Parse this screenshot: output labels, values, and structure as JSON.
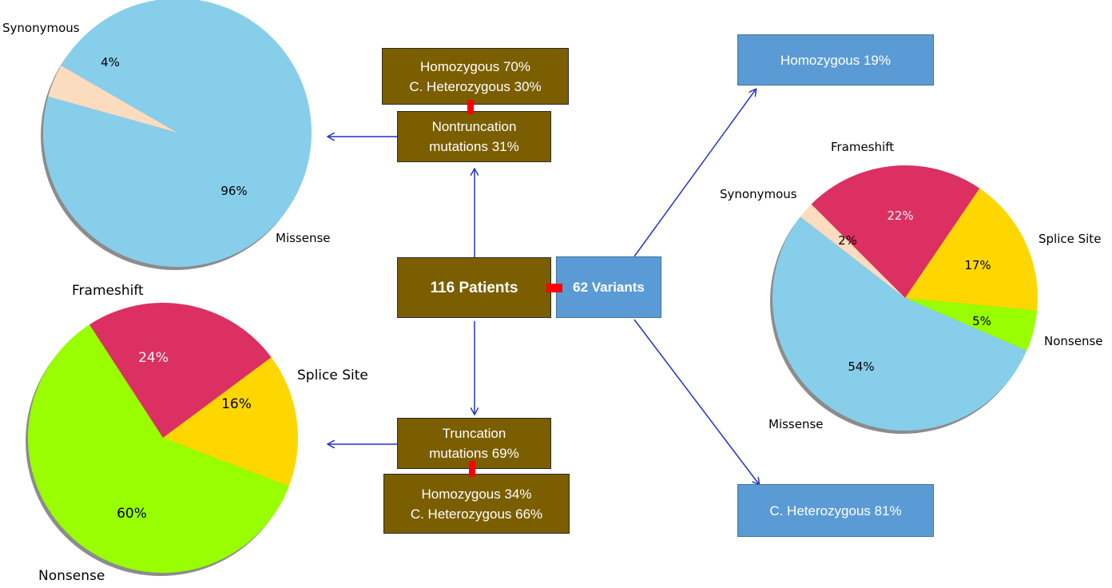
{
  "center": {
    "patients_label": "116 Patients",
    "variants_label": "62 Variants"
  },
  "nontruncation": {
    "line1": "Nontruncation",
    "line2": "mutations 31%",
    "zygosity_line1": "Homozygous 70%",
    "zygosity_line2": "C. Heterozygous 30%"
  },
  "truncation": {
    "line1": "Truncation",
    "line2": "mutations 69%",
    "zygosity_line1": "Homozygous 34%",
    "zygosity_line2": "C. Heterozygous 66%"
  },
  "variants_zygosity": {
    "homozygous": "Homozygous 19%",
    "heterozygous": "C. Heterozygous 81%"
  },
  "colors": {
    "brown_box": "#7b5e00",
    "blue_box": "#5b9bd5",
    "arrow": "#2233cc",
    "connector": "#ff0000",
    "synonymous": "#fcdcbf",
    "missense": "#87ceeb",
    "frameshift": "#dc3062",
    "splice_site": "#ffd700",
    "nonsense": "#99ff00"
  },
  "chart_data": [
    {
      "type": "pie",
      "title": "",
      "slices": [
        {
          "label": "Synonymous",
          "value": 4,
          "pct_label": "4%",
          "color": "#fcdcbf"
        },
        {
          "label": "Missense",
          "value": 96,
          "pct_label": "96%",
          "color": "#87ceeb"
        }
      ]
    },
    {
      "type": "pie",
      "title": "",
      "slices": [
        {
          "label": "Frameshift",
          "value": 24,
          "pct_label": "24%",
          "color": "#dc3062"
        },
        {
          "label": "Splice Site",
          "value": 16,
          "pct_label": "16%",
          "color": "#ffd700"
        },
        {
          "label": "Nonsense",
          "value": 60,
          "pct_label": "60%",
          "color": "#99ff00"
        }
      ]
    },
    {
      "type": "pie",
      "title": "",
      "slices": [
        {
          "label": "Frameshift",
          "value": 22,
          "pct_label": "22%",
          "color": "#dc3062"
        },
        {
          "label": "Splice Site",
          "value": 17,
          "pct_label": "17%",
          "color": "#ffd700"
        },
        {
          "label": "Nonsense",
          "value": 5,
          "pct_label": "5%",
          "color": "#99ff00"
        },
        {
          "label": "Missense",
          "value": 54,
          "pct_label": "54%",
          "color": "#87ceeb"
        },
        {
          "label": "Synonymous",
          "value": 2,
          "pct_label": "2%",
          "color": "#fcdcbf"
        }
      ]
    }
  ]
}
